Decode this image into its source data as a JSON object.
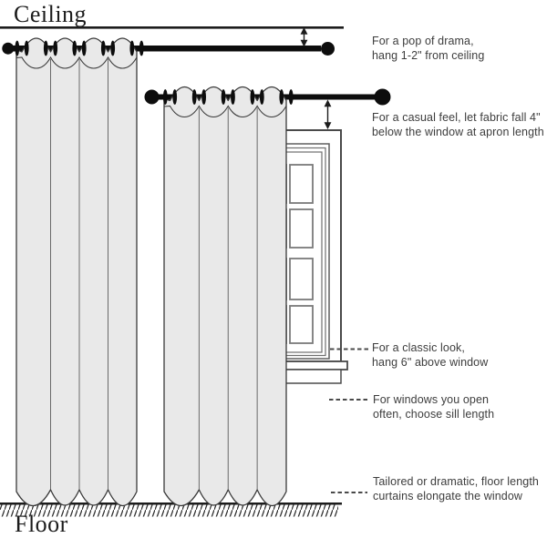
{
  "scene": {
    "ceiling_label": "Ceiling",
    "floor_label": "Floor"
  },
  "annotations": {
    "drama": {
      "line1": "For a pop of drama,",
      "line2": "hang 1-2\" from ceiling"
    },
    "casual": {
      "line1": "For a casual feel, let fabric fall 4\"",
      "line2": "below the window at apron length"
    },
    "classic": {
      "line1": "For a classic look,",
      "line2": "hang 6\" above window"
    },
    "sill": {
      "line1": "For windows you open",
      "line2": "often, choose sill length"
    },
    "floor_length": {
      "line1": "Tailored or dramatic, floor length",
      "line2": "curtains elongate the window"
    }
  },
  "colors": {
    "background": "#ffffff",
    "fabric": "#e9e9e9",
    "outline": "#1c1c1c",
    "curtain_stroke": "#3a3a3a",
    "window_frame": "#4a4a4a",
    "annotation_text": "#3d3d3d",
    "leader_line": "#4a4a4a"
  }
}
